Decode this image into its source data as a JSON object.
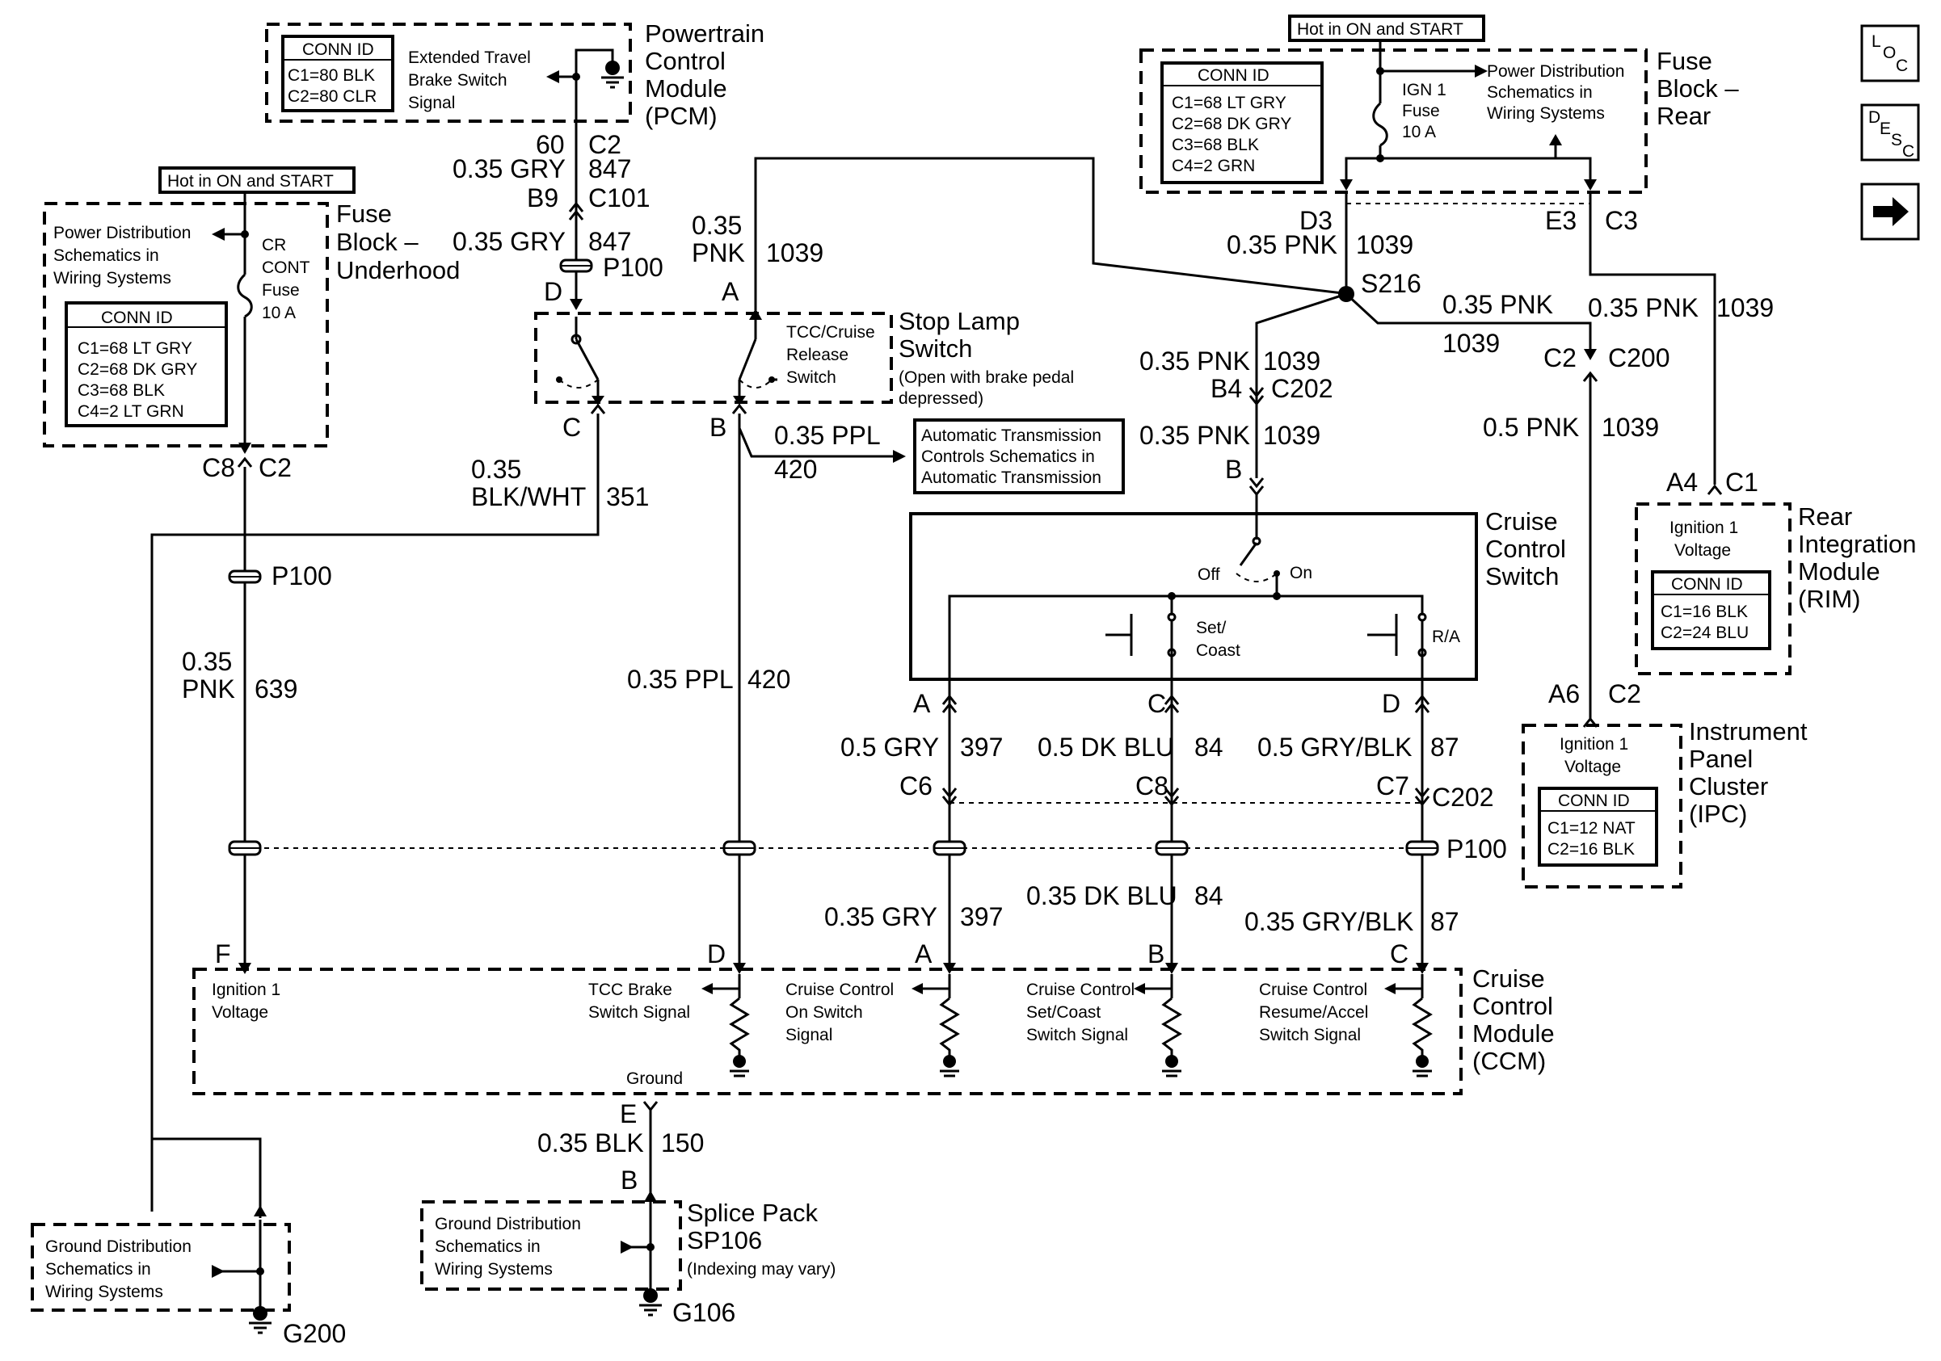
{
  "nav": {
    "loc": "LOC",
    "desc": "DESC",
    "next": "next-arrow-icon"
  },
  "hot_labels": {
    "pcm_side": "Hot in ON and START",
    "fuse_rear": "Hot in ON and START"
  },
  "pcm": {
    "name": [
      "Powertrain",
      "Control",
      "Module",
      "(PCM)"
    ],
    "conn_title": "CONN ID",
    "conn": [
      "C1=80 BLK",
      "C2=80 CLR"
    ],
    "signal": [
      "Extended Travel",
      "Brake Switch",
      "Signal"
    ],
    "pin": "60",
    "conn_ref": "C2"
  },
  "fuse_underhood": {
    "name": [
      "Fuse",
      "Block –",
      "Underhood"
    ],
    "power": [
      "Power Distribution",
      "Schematics in",
      "Wiring Systems"
    ],
    "fuse": [
      "CR",
      "CONT",
      "Fuse",
      "10 A"
    ],
    "conn_title": "CONN ID",
    "conn": [
      "C1=68 LT GRY",
      "C2=68 DK GRY",
      "C3=68 BLK",
      "C4=2 LT GRN"
    ],
    "pin": "C8",
    "conn_ref": "C2"
  },
  "fuse_rear": {
    "name": [
      "Fuse",
      "Block –",
      "Rear"
    ],
    "conn_title": "CONN ID",
    "conn": [
      "C1=68 LT GRY",
      "C2=68 DK GRY",
      "C3=68 BLK",
      "C4=2 GRN"
    ],
    "fuse": [
      "IGN 1",
      "Fuse",
      "10 A"
    ],
    "power": [
      "Power Distribution",
      "Schematics in",
      "Wiring Systems"
    ],
    "pin_d3": "D3",
    "pin_e3": "E3",
    "conn_ref": "C3"
  },
  "stop_lamp": {
    "name": [
      "Stop Lamp",
      "Switch"
    ],
    "note": [
      "(Open with brake pedal",
      "depressed)"
    ],
    "tcc": [
      "TCC/Cruise",
      "Release",
      "Switch"
    ],
    "pins": {
      "a": "A",
      "b": "B",
      "c": "C",
      "d": "D"
    }
  },
  "atc_box": [
    "Automatic Transmission",
    "Controls Schematics in",
    "Automatic Transmission"
  ],
  "cruise_switch": {
    "name": [
      "Cruise",
      "Control",
      "Switch"
    ],
    "off": "Off",
    "on": "On",
    "set": [
      "Set/",
      "Coast"
    ],
    "ra": "R/A",
    "pins": {
      "a": "A",
      "b": "B",
      "c": "C",
      "d": "D"
    }
  },
  "rim": {
    "name": [
      "Rear",
      "Integration",
      "Module",
      "(RIM)"
    ],
    "voltage": [
      "Ignition 1",
      "Voltage"
    ],
    "conn_title": "CONN ID",
    "conn": [
      "C1=16 BLK",
      "C2=24 BLU"
    ],
    "pin": "A4",
    "conn_ref": "C1"
  },
  "ipc": {
    "name": [
      "Instrument",
      "Panel",
      "Cluster",
      "(IPC)"
    ],
    "voltage": [
      "Ignition 1",
      "Voltage"
    ],
    "conn_title": "CONN ID",
    "conn": [
      "C1=12 NAT",
      "C2=16 BLK"
    ],
    "pin": "A6",
    "conn_ref": "C2"
  },
  "ccm": {
    "name": [
      "Cruise",
      "Control",
      "Module",
      "(CCM)"
    ],
    "ign": [
      "Ignition 1",
      "Voltage"
    ],
    "tcc": [
      "TCC Brake",
      "Switch Signal"
    ],
    "on": [
      "Cruise Control",
      "On Switch",
      "Signal"
    ],
    "set": [
      "Cruise Control",
      "Set/Coast",
      "Switch Signal"
    ],
    "resume": [
      "Cruise Control",
      "Resume/Accel",
      "Switch Signal"
    ],
    "ground": "Ground",
    "pins": {
      "f": "F",
      "d": "D",
      "a": "A",
      "b": "B",
      "c": "C",
      "e": "E"
    }
  },
  "splice_pack": {
    "name": [
      "Splice Pack",
      "SP106"
    ],
    "note": "(Indexing may vary)"
  },
  "ground_dist_left": [
    "Ground Distribution",
    "Schematics in",
    "Wiring Systems"
  ],
  "ground_dist_mid": [
    "Ground Distribution",
    "Schematics in",
    "Wiring Systems"
  ],
  "grounds": {
    "g200": "G200",
    "g106": "G106"
  },
  "wires": {
    "w847_color": "0.35 GRY",
    "w847_circuit": "847",
    "c101_pin": "B9",
    "c101": "C101",
    "p100": "P100",
    "w1039_color": "0.35",
    "w1039_color2": "PNK",
    "w1039_circuit": "1039",
    "d3_color": "0.35 PNK",
    "d3_circuit": "1039",
    "s216": "S216",
    "c200_color": "0.35 PNK",
    "c200_circuit": "1039",
    "c200_pin": "C2",
    "c200": "C200",
    "rim_color": "0.35 PNK",
    "rim_circuit": "1039",
    "c202_color": "0.35 PNK",
    "c202_circuit": "1039",
    "c202_pin": "B4",
    "c202": "C202",
    "sw_color": "0.35 PNK",
    "sw_circuit": "1039",
    "ipc_color": "0.5 PNK",
    "ipc_circuit": "1039",
    "w420_color": "0.35 PPL",
    "w420_circuit": "420",
    "w351_color": [
      "0.35",
      "BLK/WHT"
    ],
    "w351_circuit": "351",
    "w639_color": [
      "0.35",
      "PNK"
    ],
    "w639_circuit": "639",
    "w397_color": "0.5 GRY",
    "w397_circuit": "397",
    "w84_color": "0.5 DK BLU",
    "w84_circuit": "84",
    "w87_color": "0.5 GRY/BLK",
    "w87_circuit": "87",
    "c202b": {
      "c6": "C6",
      "c8": "C8",
      "c7": "C7",
      "conn": "C202"
    },
    "p100b": "P100",
    "w397b_color": "0.35 GRY",
    "w397b_circuit": "397",
    "w84b_color": "0.35 DK BLU",
    "w84b_circuit": "84",
    "w87b_color": "0.35 GRY/BLK",
    "w87b_circuit": "87",
    "w150_color": "0.35 BLK",
    "w150_circuit": "150",
    "w150_pin": "B"
  }
}
